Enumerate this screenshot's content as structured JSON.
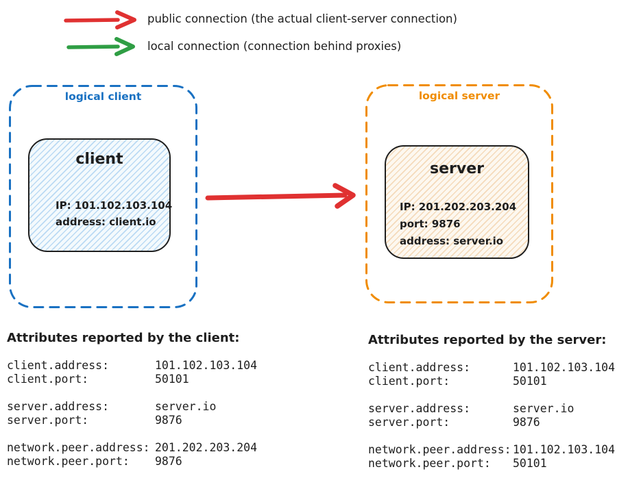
{
  "colors": {
    "ink": "#1e1e1e",
    "public_red": "#e03131",
    "local_green": "#2f9e44",
    "client_blue": "#1971c2",
    "server_orange": "#f08c00",
    "client_fill": "#f4fafd",
    "server_fill": "#fdf8f0"
  },
  "legend": {
    "items": [
      {
        "icon": "arrow-right",
        "color": "#e03131",
        "label": "public connection (the actual client-server connection)"
      },
      {
        "icon": "arrow-right",
        "color": "#2f9e44",
        "label": "local connection (connection behind proxies)"
      }
    ]
  },
  "diagram": {
    "logical_client": {
      "label": "logical client",
      "color": "#1971c2",
      "node": {
        "title": "client",
        "lines": [
          "IP: 101.102.103.104",
          "address: client.io"
        ]
      }
    },
    "logical_server": {
      "label": "logical server",
      "color": "#f08c00",
      "node": {
        "title": "server",
        "lines": [
          "IP: 201.202.203.204",
          "port: 9876",
          "address: server.io"
        ]
      }
    },
    "connection_arrow": {
      "name": "public-connection",
      "color": "#e03131"
    }
  },
  "attributes": {
    "client": {
      "heading": "Attributes reported by the client:",
      "groups": [
        {
          "rows": [
            {
              "key": "client.address:",
              "value": "101.102.103.104"
            },
            {
              "key": "client.port:",
              "value": "50101"
            }
          ]
        },
        {
          "rows": [
            {
              "key": "server.address:",
              "value": "server.io"
            },
            {
              "key": "server.port:",
              "value": "9876"
            }
          ]
        },
        {
          "rows": [
            {
              "key": "network.peer.address:",
              "value": "201.202.203.204"
            },
            {
              "key": "network.peer.port:",
              "value": "9876"
            }
          ]
        }
      ]
    },
    "server": {
      "heading": "Attributes reported by the server:",
      "groups": [
        {
          "rows": [
            {
              "key": "client.address:",
              "value": "101.102.103.104"
            },
            {
              "key": "client.port:",
              "value": "50101"
            }
          ]
        },
        {
          "rows": [
            {
              "key": "server.address:",
              "value": "server.io"
            },
            {
              "key": "server.port:",
              "value": "9876"
            }
          ]
        },
        {
          "rows": [
            {
              "key": "network.peer.address:",
              "value": "101.102.103.104"
            },
            {
              "key": "network.peer.port:",
              "value": "50101"
            }
          ]
        }
      ]
    }
  }
}
